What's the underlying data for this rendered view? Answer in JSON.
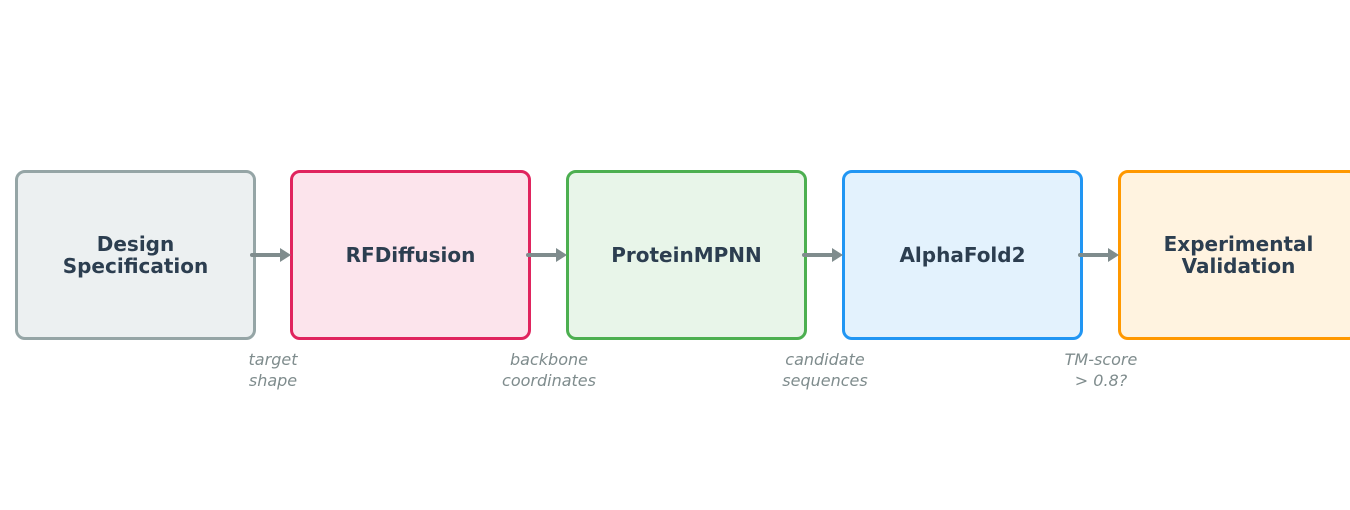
{
  "stages": [
    {
      "label": "Design\nSpecification",
      "fill": "#ecf0f1",
      "border": "#95a5a6"
    },
    {
      "label": "RFDiffusion",
      "fill": "#fce4ec",
      "border": "#e0245e"
    },
    {
      "label": "ProteinMPNN",
      "fill": "#e8f5e9",
      "border": "#4caf50"
    },
    {
      "label": "AlphaFold2",
      "fill": "#e3f2fd",
      "border": "#2196f3"
    },
    {
      "label": "Experimental\nValidation",
      "fill": "#fff3e0",
      "border": "#ff9800"
    }
  ],
  "edges": [
    {
      "label": "target\nshape"
    },
    {
      "label": "backbone\ncoordinates"
    },
    {
      "label": "candidate\nsequences"
    },
    {
      "label": "TM-score\n> 0.8?"
    }
  ],
  "colors": {
    "text": "#2c3e50",
    "arrow": "#7f8c8d",
    "edge_text": "#7f8c8d"
  }
}
